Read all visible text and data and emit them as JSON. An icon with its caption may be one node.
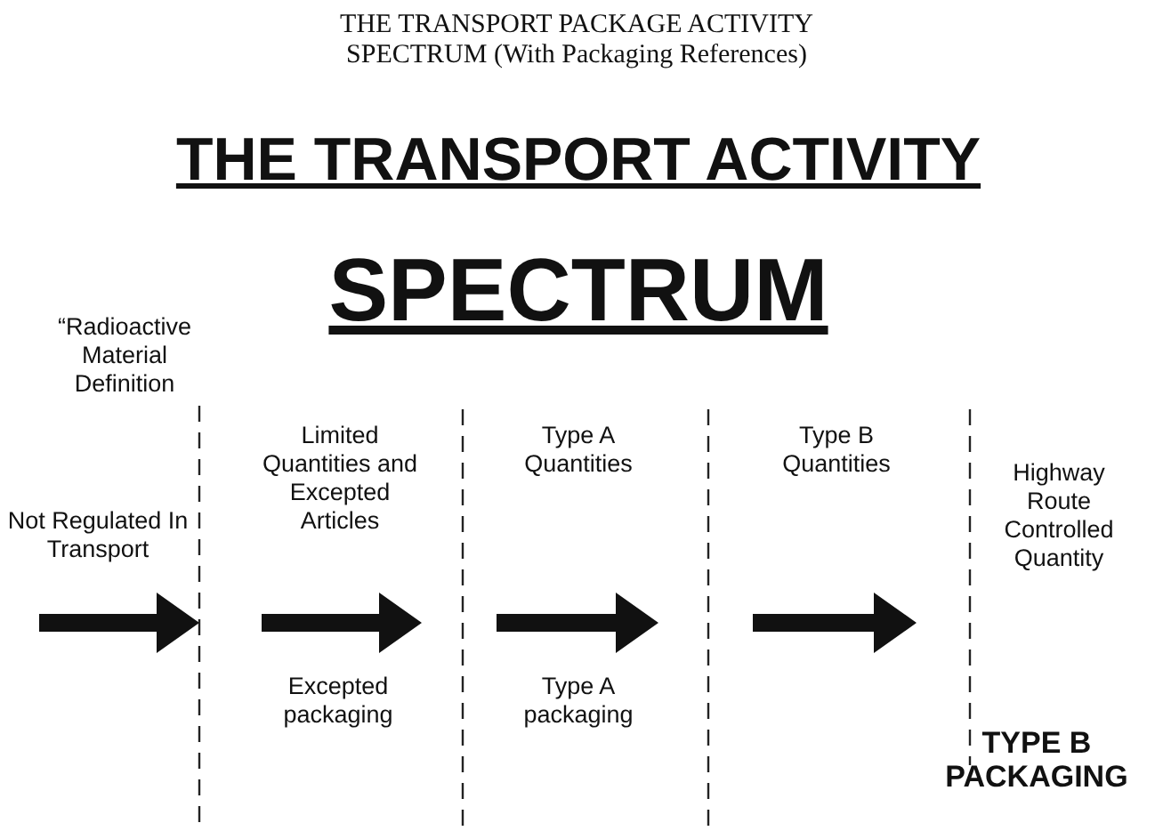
{
  "diagram": {
    "title": "THE TRANSPORT PACKAGE ACTIVITY SPECTRUM (With Packaging References)",
    "labels": [
      "THE TRANSPORT ACTIVITY",
      "SPECTRUM",
      "“Radioactive Material Definition",
      "Limited Quantities and Excepted Articles",
      "Type A Quantities",
      "Type B Quantities",
      "Not Regulated In Transport",
      "Highway Route Controlled Quantity",
      "Excepted packaging",
      "Type A packaging",
      "TYPE B PACKAGING"
    ]
  }
}
